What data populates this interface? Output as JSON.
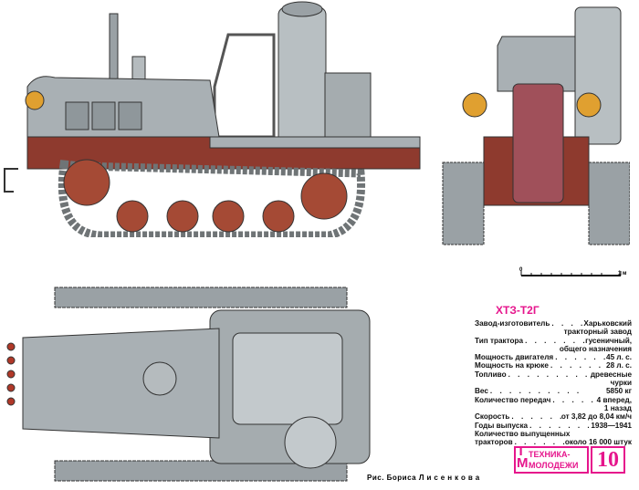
{
  "title": "ХТЗ-Т2Г",
  "specs": [
    {
      "label": "Завод-изготовитель",
      "value": "Харьковский",
      "cont": [
        "тракторный завод"
      ]
    },
    {
      "label": "Тип трактора",
      "value": "гусеничный,",
      "cont": [
        "общего назначения"
      ]
    },
    {
      "label": "Мощность двигателя",
      "value": "45 л. с.",
      "cont": []
    },
    {
      "label": "Мощность на крюке",
      "value": "28 л. с.",
      "cont": []
    },
    {
      "label": "Топливо",
      "value": "древесные",
      "cont": [
        "чурки"
      ]
    },
    {
      "label": "Вес",
      "value": "5850 кг",
      "cont": []
    },
    {
      "label": "Количество передач",
      "value": "4 вперед,",
      "cont": [
        "1 назад"
      ]
    },
    {
      "label": "Скорость",
      "value": "от 3,82 до 8,04 км/ч",
      "cont": []
    },
    {
      "label": "Годы выпуска",
      "value": "1938—1941",
      "cont": []
    },
    {
      "label": "Количество выпущенных",
      "value": "",
      "cont": []
    },
    {
      "label": "тракторов",
      "value": "около 16 000 штук",
      "cont": []
    }
  ],
  "scale": {
    "start": "0",
    "end": "1 м"
  },
  "credit": {
    "prefix": "Рис. Бориса",
    "name": "Лисенкова"
  },
  "magazine": {
    "line1": "ТЕХНИКА-",
    "line2": "МОЛОДЕЖИ",
    "first_letter_1": "Т",
    "first_letter_2": "М",
    "issue": "10"
  },
  "colors": {
    "body": "#a9b0b4",
    "frame": "#8e3a2e",
    "accent": "#e6158c",
    "track": "#6f7476"
  }
}
